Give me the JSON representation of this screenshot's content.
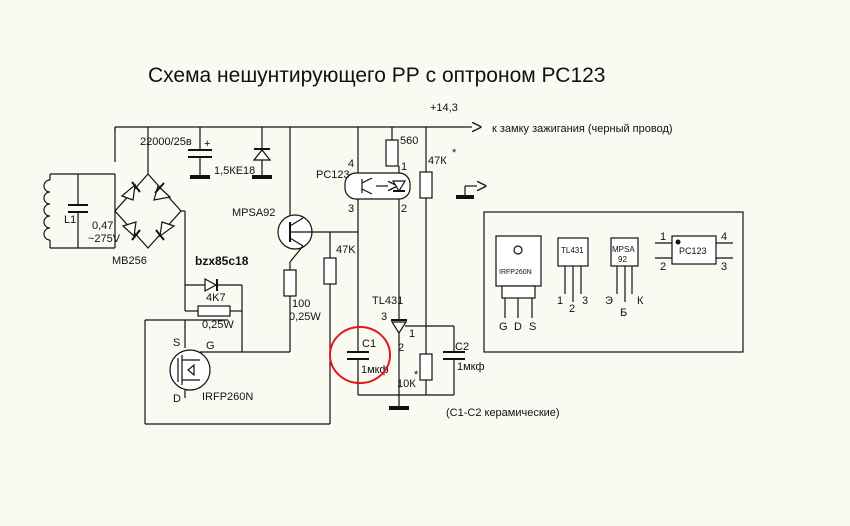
{
  "title": "Схема нешунтирующего РР с оптроном РС123",
  "supply": {
    "voltage": "+14,3",
    "to_ignition": "к замку зажигания (черный провод)"
  },
  "components": {
    "c_main": "22000/25в",
    "zener_tvs": "1,5КЕ18",
    "inductor": "L1",
    "c_ac_value": "0,47",
    "c_ac_voltage": "~275V",
    "bridge": "MB256",
    "zener": "bzx85c18",
    "r_gate": "4K7",
    "r_gate_power": "0,25W",
    "transistor": "MPSA92",
    "r_base": "47K",
    "r_collector": "100",
    "r_collector_power": "0,25W",
    "mosfet": "IRFP260N",
    "mos_s": "S",
    "mos_g": "G",
    "mos_d": "D",
    "opto": "PC123",
    "opto_pin4": "4",
    "opto_pin1": "1",
    "opto_pin3": "3",
    "opto_pin2": "2",
    "r_opto": "560",
    "r_div_top": "47К",
    "star": "*",
    "tl431": "TL431",
    "tl_pin3": "3",
    "tl_pin1": "1",
    "tl_pin2": "2",
    "c1": "C1",
    "c1_value": "1мкф",
    "c2": "C2",
    "c2_value": "1мкф",
    "r_div_bottom": "10К",
    "ceramic_note": "(C1-C2 керамические)"
  },
  "pinout": {
    "irfp_name": "IRFP260N",
    "irfp_pins": [
      "G",
      "D",
      "S"
    ],
    "tl431_name": "TL431",
    "tl431_pins": [
      "1",
      "2",
      "3"
    ],
    "mpsa_name": "MPSA",
    "mpsa_num": "92",
    "mpsa_pins": [
      "Э",
      "Б",
      "К"
    ],
    "pc123_name": "PC123",
    "pc123_pins": [
      "1",
      "2",
      "4",
      "3"
    ]
  },
  "colors": {
    "highlight": "#e8141c",
    "ink": "#111111",
    "background": "#fafaf2"
  }
}
